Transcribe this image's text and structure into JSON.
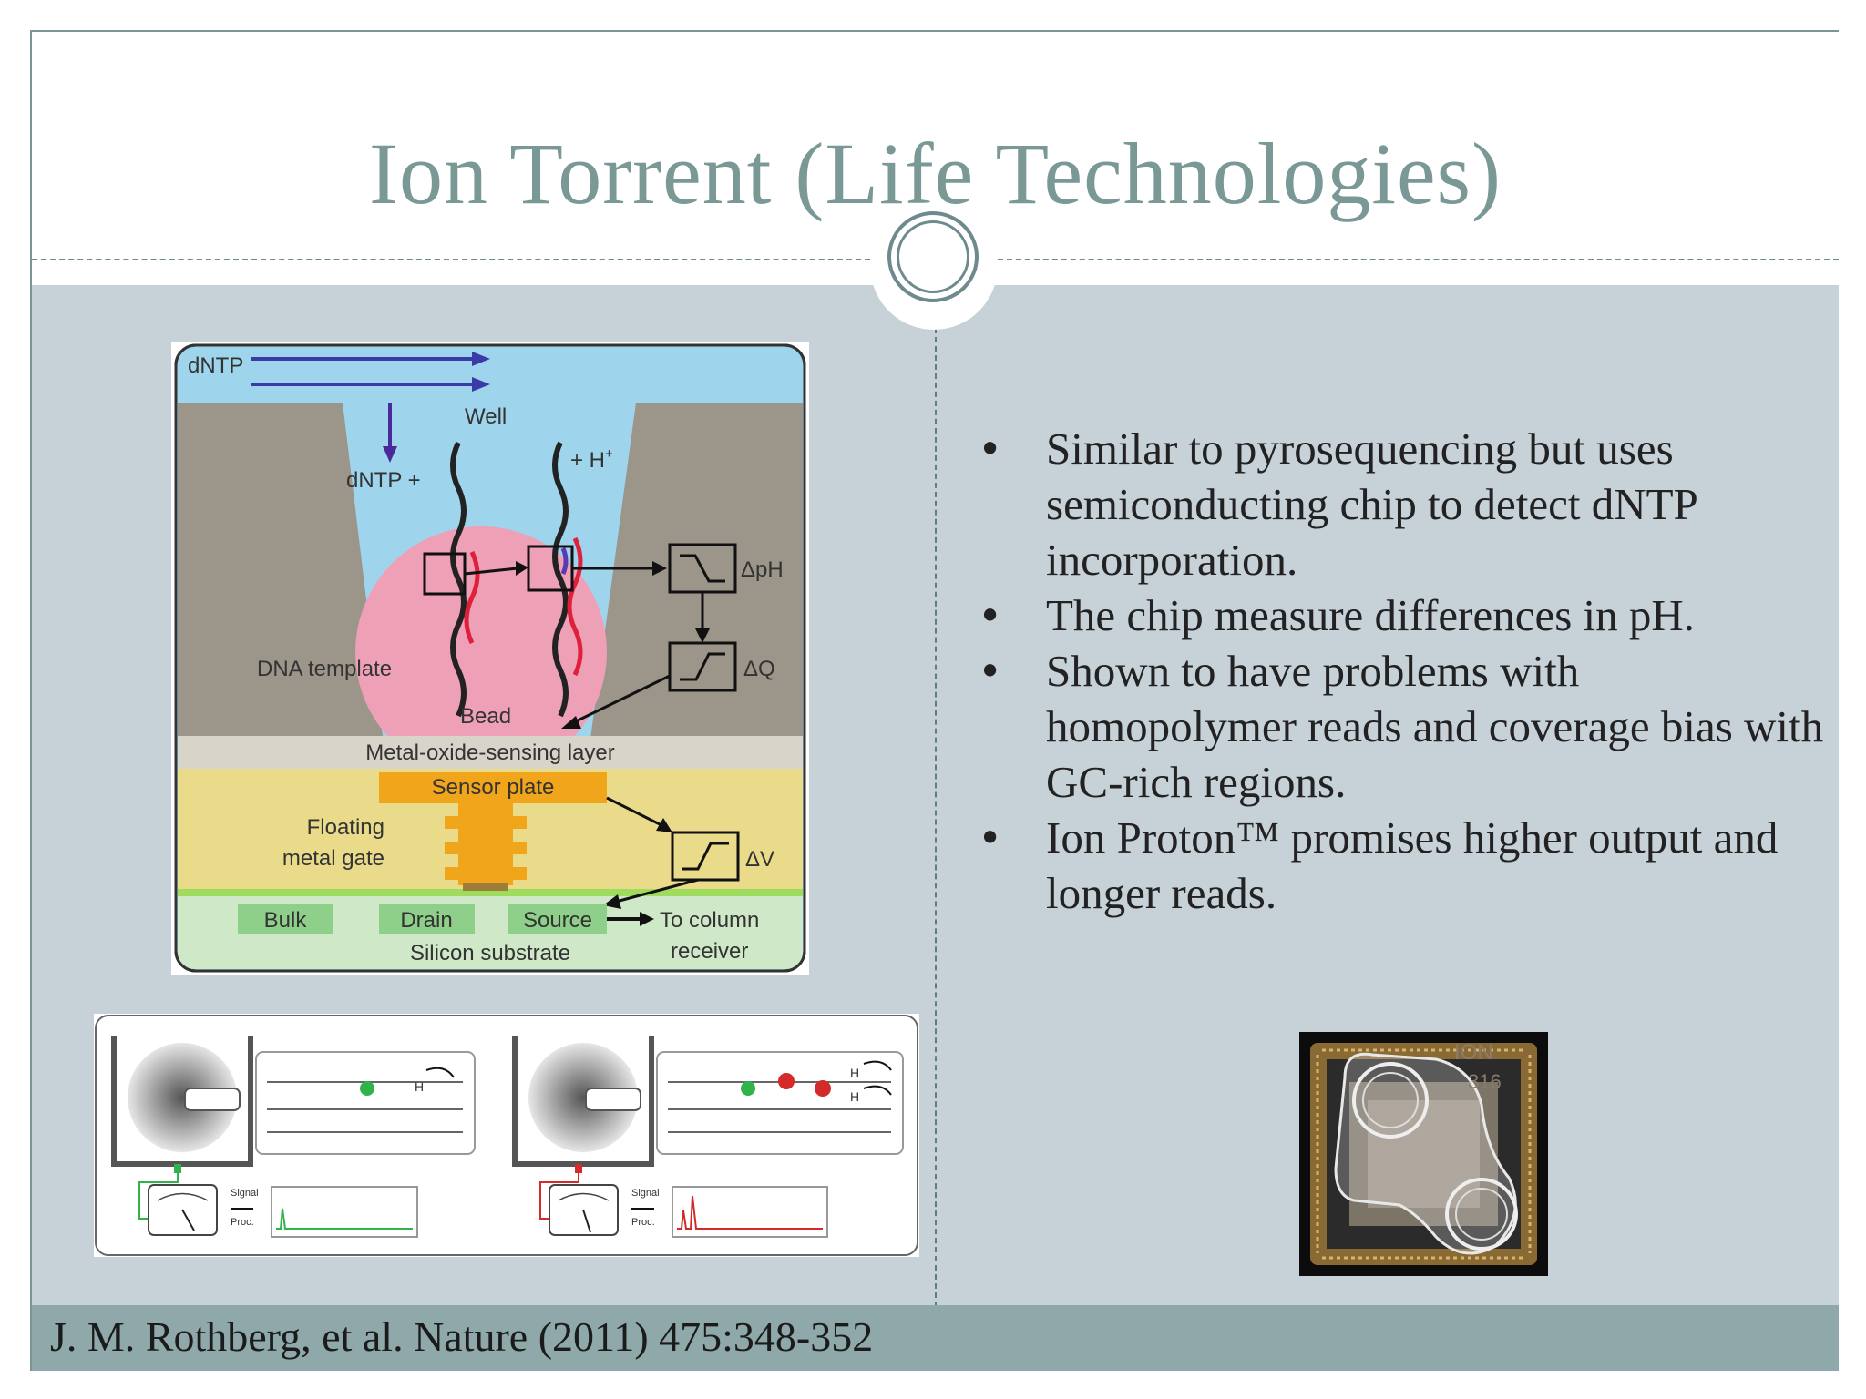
{
  "slide": {
    "title": "Ion Torrent (Life Technologies)",
    "bullets": [
      "Similar to pyrosequencing but uses semiconducting chip to detect dNTP incorporation.",
      "The chip measure differences in pH.",
      "Shown to have problems with homopolymer reads and coverage bias with GC-rich regions.",
      "Ion Proton™ promises higher output and longer reads."
    ],
    "citation": "J. M. Rothberg, et al. Nature (2011) 475:348-352"
  },
  "diagram": {
    "dntp_top": "dNTP",
    "well": "Well",
    "dntp_plus": "dNTP +",
    "h_plus": "+ H",
    "h_sup": "+",
    "delta_ph": "ΔpH",
    "delta_q": "ΔQ",
    "delta_v": "ΔV",
    "dna_template": "DNA template",
    "bead": "Bead",
    "metal_oxide": "Metal-oxide-sensing layer",
    "sensor_plate": "Sensor plate",
    "floating": "Floating",
    "metal_gate": "metal gate",
    "bulk": "Bulk",
    "drain": "Drain",
    "source": "Source",
    "to_column": "To column",
    "receiver": "receiver",
    "silicon": "Silicon substrate"
  },
  "schematic": {
    "signal": "Signal",
    "proc": "Proc.",
    "h_label": "H",
    "colors": {
      "green": "#2fb34a",
      "red": "#d42a2a"
    }
  },
  "chip": {
    "label": "ION",
    "model": "316"
  },
  "colors": {
    "title": "#7a9896",
    "content_bg": "#c7d1d8",
    "footer_bg": "#8fa9aa",
    "accent": "#6f8a8d"
  }
}
